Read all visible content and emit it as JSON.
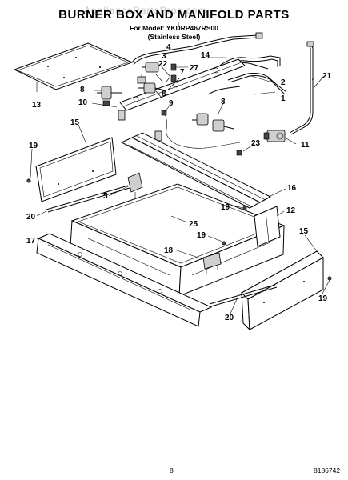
{
  "header": {
    "title": "BURNER BOX AND MANIFOLD PARTS",
    "model_line": "For Model: YKDRP467RS00",
    "finish_line": "(Stainless Steel)"
  },
  "watermark": "AppliancePartsPros.com",
  "callouts": [
    "1",
    "2",
    "3",
    "4",
    "5",
    "7",
    "8",
    "8",
    "8",
    "9",
    "10",
    "11",
    "12",
    "13",
    "14",
    "15",
    "15",
    "16",
    "17",
    "18",
    "19",
    "19",
    "19",
    "19",
    "20",
    "20",
    "21",
    "22",
    "23",
    "25",
    "27"
  ],
  "footer": {
    "page_number": "8",
    "document_number": "8186742"
  }
}
